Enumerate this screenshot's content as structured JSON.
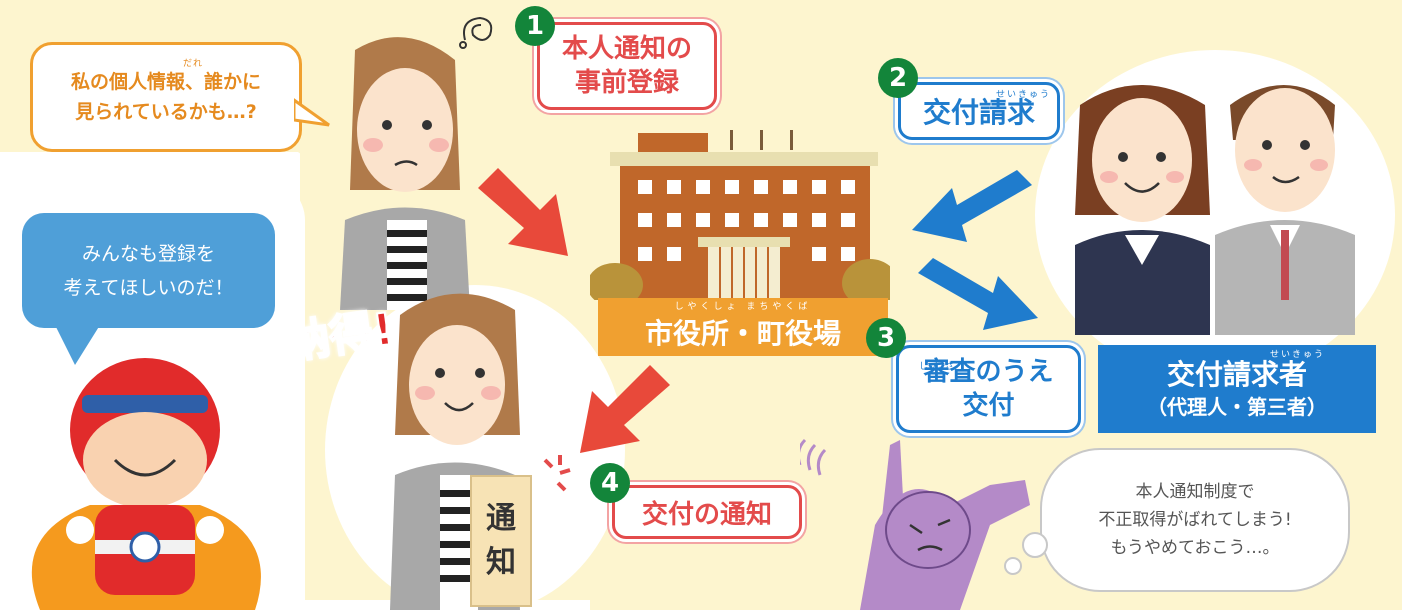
{
  "colors": {
    "background": "#fdf5cf",
    "red_accent": "#e34b4b",
    "blue_accent": "#1f7ccd",
    "green_badge": "#13853a",
    "orange_label": "#f0a030",
    "building": "#c0672a"
  },
  "bubbles": {
    "worry": {
      "line1": "私の個人情報、誰かに",
      "line2": "見られているかも…?",
      "ruby": "だれ"
    },
    "mascot": {
      "line1": "みんなも登録を",
      "line2": "考えてほしいのだ！"
    },
    "thought": {
      "line1": "本人通知制度で",
      "line2": "不正取得がばれてしまう!",
      "line3": "もうやめておこう…。"
    }
  },
  "steps": [
    {
      "number": "1",
      "line1": "本人通知の",
      "line2": "事前登録"
    },
    {
      "number": "2",
      "line1": "交付請求",
      "ruby": "せいきゅう"
    },
    {
      "number": "3",
      "line1": "審査のうえ",
      "line2": "交付",
      "ruby": "しんさ"
    },
    {
      "number": "4",
      "line1": "交付の通知"
    }
  ],
  "office": {
    "label": "市役所・町役場",
    "ruby": "しやくしょ まちやくば"
  },
  "requester": {
    "line1": "交付請求者",
    "line2": "（代理人・第三者）",
    "ruby": "せいきゅう"
  },
  "exclaim": "納得!",
  "notice_paper": {
    "line1": "通",
    "line2": "知"
  },
  "icons": [
    "worry-scribble-icon",
    "arrow-red-icon",
    "arrow-blue-icon",
    "building-icon",
    "hero-mascot-icon",
    "woman-icon",
    "couple-icon",
    "purple-figure-icon"
  ]
}
